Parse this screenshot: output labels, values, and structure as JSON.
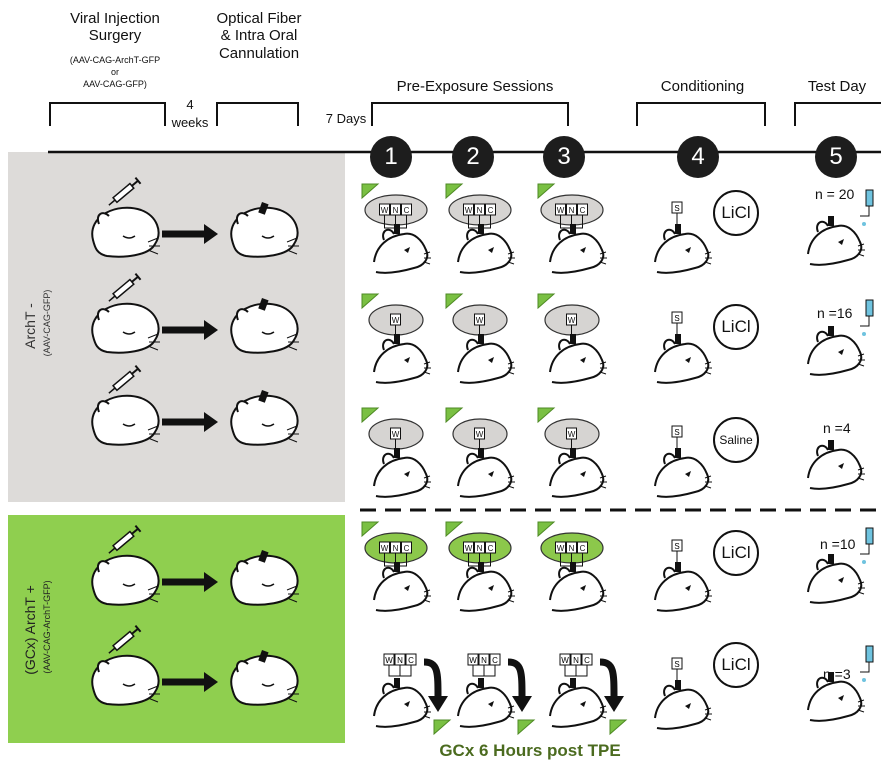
{
  "header": {
    "surgery_title": "Viral Injection Surgery",
    "surgery_sub1": "(AAV-CAG-ArchT-GFP",
    "surgery_sub2": "or",
    "surgery_sub3": "AAV-CAG-GFP)",
    "weeks_num": "4",
    "weeks_label": "weeks",
    "fiber_title": "Optical Fiber & Intra Oral Cannulation",
    "days_label": "7 Days",
    "preexp_title": "Pre-Exposure Sessions",
    "cond_title": "Conditioning",
    "test_title": "Test Day",
    "sessions": [
      "1",
      "2",
      "3",
      "4",
      "5"
    ]
  },
  "groups": {
    "archt_minus_label": "ArchT -",
    "archt_minus_sub": "(AAV-CAG-GFP)",
    "archt_plus_label": "(GCx) ArchT +",
    "archt_plus_sub": "(AAV-CAG-ArchT-GFP)"
  },
  "rows": [
    {
      "tastes": [
        "W",
        "N",
        "C"
      ],
      "cond_taste": "S",
      "agent": "LiCl",
      "n": "n = 20"
    },
    {
      "tastes": [
        "W"
      ],
      "cond_taste": "S",
      "agent": "LiCl",
      "n": "n =16"
    },
    {
      "tastes": [
        "W"
      ],
      "cond_taste": "S",
      "agent": "Saline",
      "n": "n =4"
    },
    {
      "tastes": [
        "W",
        "N",
        "C"
      ],
      "cond_taste": "S",
      "agent": "LiCl",
      "n": "n =10"
    },
    {
      "tastes": [
        "W",
        "N",
        "C"
      ],
      "cond_taste": "S",
      "agent": "LiCl",
      "n": "n =3"
    }
  ],
  "footer_label": "GCx 6 Hours post TPE",
  "colors": {
    "gray_panel": "#dddbd9",
    "green_panel": "#8fcf4f",
    "green_oval": "#8cc84b",
    "gray_oval": "#d6d4d2",
    "drop": "#6fc3df"
  }
}
